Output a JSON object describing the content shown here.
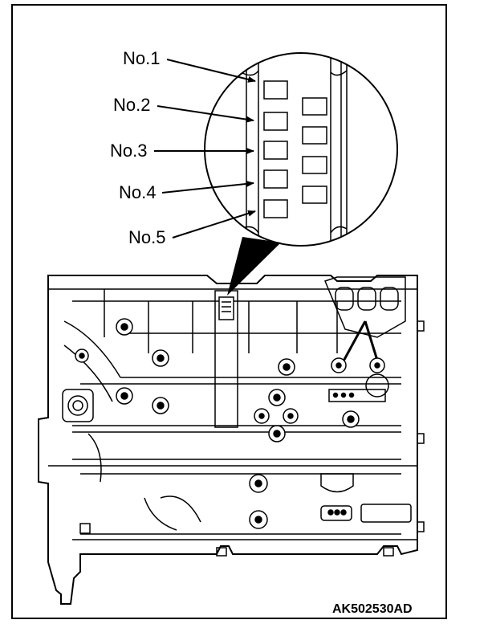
{
  "labels": {
    "no1": "No.1",
    "no2": "No.2",
    "no3": "No.3",
    "no4": "No.4",
    "no5": "No.5"
  },
  "figure_code": "AK502530AD",
  "icons": [
    "engine-block-drawing",
    "magnified-detail-circle",
    "leader-arrow"
  ]
}
